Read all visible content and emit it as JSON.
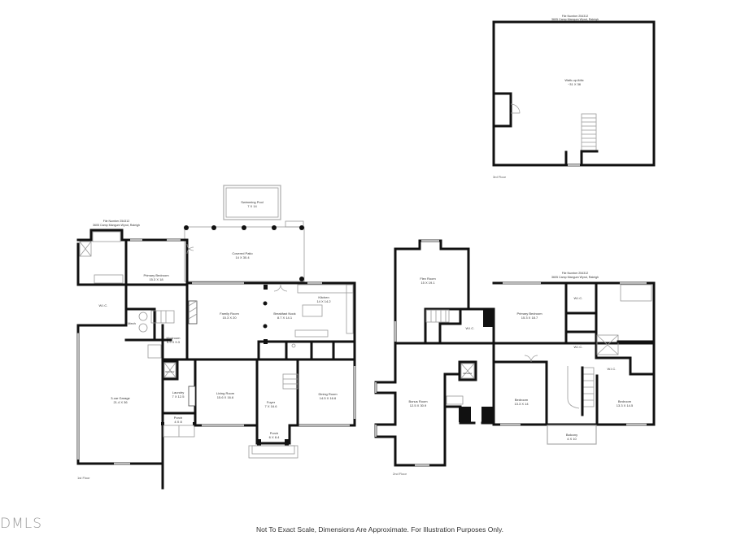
{
  "header": {
    "file_number": "File Number 254312",
    "address": "3605 Camp Mangum Wynd, Raleigh"
  },
  "floors": {
    "third": {
      "label": "3rd Floor",
      "rooms": [
        {
          "name": "Walk-up Attic",
          "dims": "~31 X 36"
        }
      ]
    },
    "first": {
      "label": "1st Floor",
      "rooms": [
        {
          "name": "Swimming Pool",
          "dims": "7 X 14"
        },
        {
          "name": "Covered Patio",
          "dims": "14 X 30.4"
        },
        {
          "name": "Primary Bedroom",
          "dims": "15.3 X 18"
        },
        {
          "name": "W.I.C.",
          "dims": ""
        },
        {
          "name": "Mech",
          "dims": ""
        },
        {
          "name": "Mudroom",
          "dims": "5.9 X 9.3"
        },
        {
          "name": "Family Room",
          "dims": "15.3 X 20"
        },
        {
          "name": "Breakfast Nook",
          "dims": "8.7 X 14.1"
        },
        {
          "name": "Kitchen",
          "dims": "14 X 14.2"
        },
        {
          "name": "Elevator",
          "dims": ""
        },
        {
          "name": "Laundry",
          "dims": "7 X 12.5"
        },
        {
          "name": "Porch",
          "dims": "4 X 8"
        },
        {
          "name": "3-car Garage",
          "dims": "21.4 X 36"
        },
        {
          "name": "Living Room",
          "dims": "15.6 X 16.6"
        },
        {
          "name": "Foyer",
          "dims": "7 X 16.6"
        },
        {
          "name": "Dining Room",
          "dims": "14.5 X 16.6"
        },
        {
          "name": "Porch",
          "dims": "6 X 8.4"
        }
      ]
    },
    "second": {
      "label": "2nd Floor",
      "rooms": [
        {
          "name": "Flex Room",
          "dims": "15 X 19.1"
        },
        {
          "name": "W.I.C.",
          "dims": ""
        },
        {
          "name": "Elevator",
          "dims": ""
        },
        {
          "name": "Bonus Room",
          "dims": "12.5 X 30.9"
        },
        {
          "name": "Primary Bedroom",
          "dims": "15.3 X 18.7"
        },
        {
          "name": "W.I.C.",
          "dims": ""
        },
        {
          "name": "W.I.C.",
          "dims": ""
        },
        {
          "name": "W.I.C.",
          "dims": ""
        },
        {
          "name": "Bedroom",
          "dims": "13.3 X 14"
        },
        {
          "name": "Bedroom",
          "dims": "13.3 X 14.5"
        },
        {
          "name": "Balcony",
          "dims": "4 X 10"
        }
      ]
    }
  },
  "footer": {
    "disclaimer": "Not To Exact Scale, Dimensions Are Approximate. For Illustration Purposes Only.",
    "logo": "DMLS"
  }
}
